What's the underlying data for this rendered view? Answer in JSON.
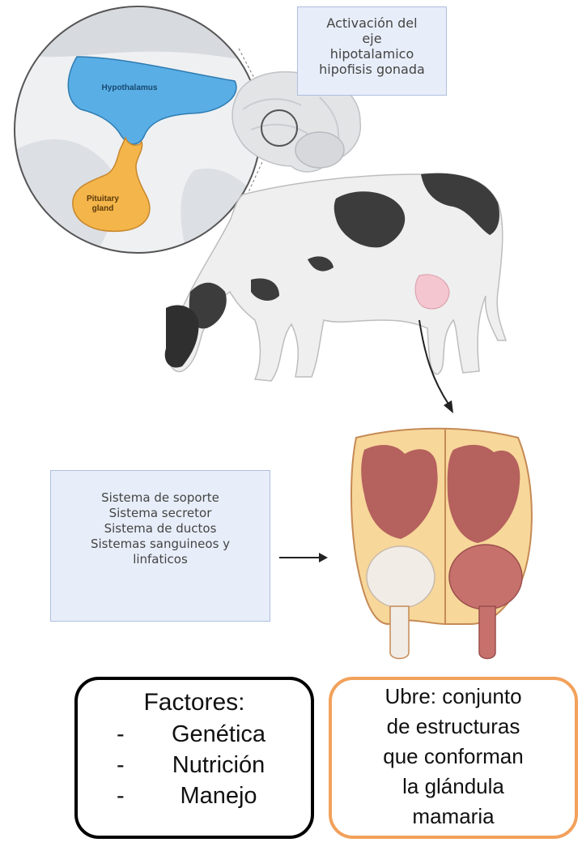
{
  "callouts": {
    "axis_lines": [
      "Activación del",
      "eje",
      "hipotalamico",
      "hipofisis gonada"
    ],
    "systems_lines": [
      "Sistema de soporte",
      "Sistema secretor",
      "Sistema de ductos",
      "Sistemas sanguineos y",
      "linfaticos"
    ]
  },
  "inset": {
    "hypothalamus_label": "Hypothalamus",
    "pituitary_label_1": "Pituitary",
    "pituitary_label_2": "gland"
  },
  "factors": {
    "title": "Factores:",
    "dash": "-",
    "items": [
      "Genética",
      "Nutrición",
      "Manejo"
    ]
  },
  "udder_definition": {
    "lines": [
      "Ubre: conjunto",
      "de estructuras",
      "que conforman",
      "la glándula",
      "mamaria"
    ]
  },
  "colors": {
    "hypothalamus": "#5aaee6",
    "pituitary": "#f4b54a",
    "box_fill": "#e8eef9",
    "box_border": "#aebfdf",
    "udder_border": "#f2a15b",
    "udder_tissue": "#b5615e",
    "udder_fat": "#f7d79a"
  }
}
